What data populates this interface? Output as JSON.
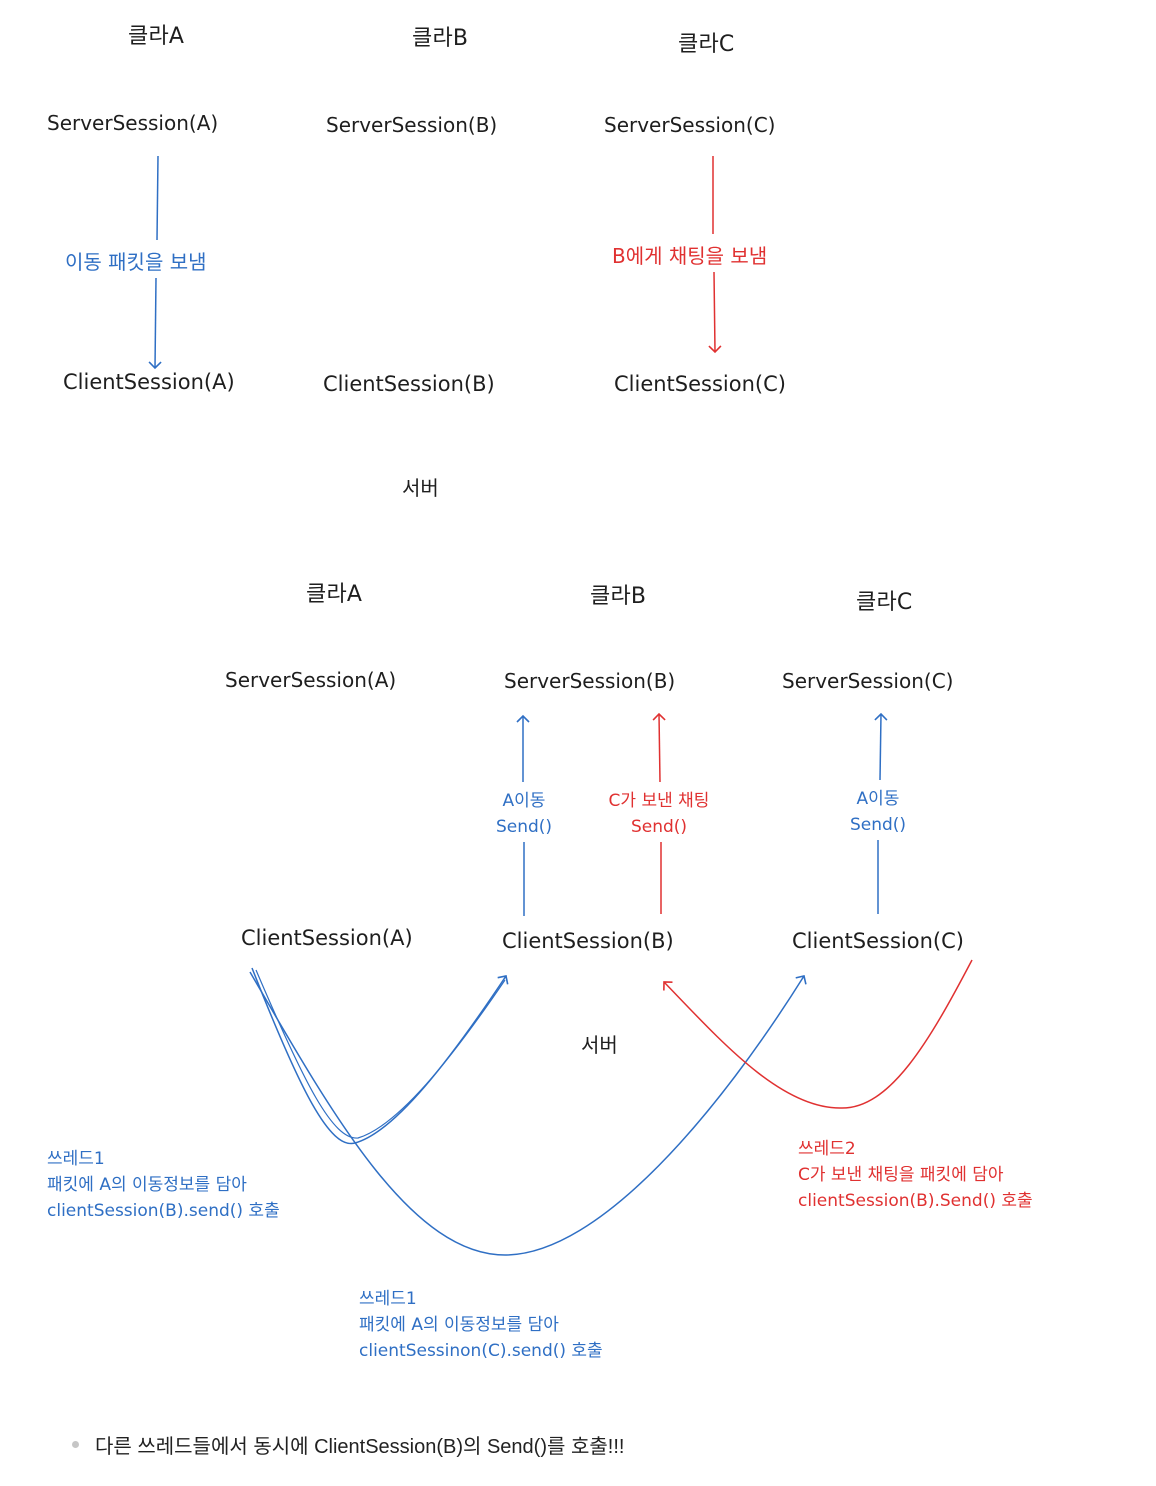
{
  "diagram1": {
    "clients": [
      "클라A",
      "클라B",
      "클라C"
    ],
    "server_sessions": [
      "ServerSession(A)",
      "ServerSession(B)",
      "ServerSession(C)"
    ],
    "client_sessions": [
      "ClientSession(A)",
      "ClientSession(B)",
      "ClientSession(C)"
    ],
    "server_label": "서버",
    "edge_a": "이동 패킷을 보냄",
    "edge_c": "B에게 채팅을 보냄"
  },
  "diagram2": {
    "clients": [
      "클라A",
      "클라B",
      "클라C"
    ],
    "server_sessions": [
      "ServerSession(A)",
      "ServerSession(B)",
      "ServerSession(C)"
    ],
    "client_sessions": [
      "ClientSession(A)",
      "ClientSession(B)",
      "ClientSession(C)"
    ],
    "server_label": "서버",
    "edge_b_blue": [
      "A이동",
      "Send()"
    ],
    "edge_b_red": [
      "C가 보낸 채팅",
      "Send()"
    ],
    "edge_c_blue": [
      "A이동",
      "Send()"
    ],
    "note_thread1_b": "쓰레드1\n패킷에 A의 이동정보를 담아\nclientSession(B).send() 호출",
    "note_thread1_c": "쓰레드1\n패킷에 A의 이동정보를 담아\nclientSessinon(C).send() 호출",
    "note_thread2": "쓰레드2\nC가 보낸 채팅을 패킷에 담아\nclientSession(B).Send() 호출"
  },
  "bullet_text": "다른 쓰레드들에서 동시에 ClientSession(B)의 Send()를 호출!!!",
  "colors": {
    "blue": "#2f6fc4",
    "red": "#e03131",
    "text": "#1e1e1e"
  }
}
